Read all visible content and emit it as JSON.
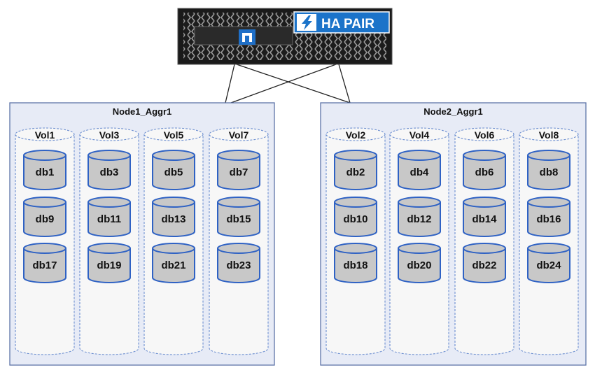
{
  "ha_pair": {
    "label": "HA PAIR",
    "badge_color": "#1b73c9",
    "logo_color": "#1f6fc7",
    "icon": "lightning-bolt-icon"
  },
  "colors": {
    "aggr_fill": "#e7ebf6",
    "aggr_border": "#5d74a8",
    "volume_fill": "#f7f7f7",
    "volume_border": "#6d8fd0",
    "db_fill": "#c8c8c8",
    "db_border": "#2f62c4"
  },
  "aggregates": [
    {
      "name": "Node1_Aggr1",
      "volumes": [
        {
          "name": "Vol1",
          "dbs": [
            "db1",
            "db9",
            "db17"
          ]
        },
        {
          "name": "Vol3",
          "dbs": [
            "db3",
            "db11",
            "db19"
          ]
        },
        {
          "name": "Vol5",
          "dbs": [
            "db5",
            "db13",
            "db21"
          ]
        },
        {
          "name": "Vol7",
          "dbs": [
            "db7",
            "db15",
            "db23"
          ]
        }
      ]
    },
    {
      "name": "Node2_Aggr1",
      "volumes": [
        {
          "name": "Vol2",
          "dbs": [
            "db2",
            "db10",
            "db18"
          ]
        },
        {
          "name": "Vol4",
          "dbs": [
            "db4",
            "db12",
            "db20"
          ]
        },
        {
          "name": "Vol6",
          "dbs": [
            "db6",
            "db14",
            "db22"
          ]
        },
        {
          "name": "Vol8",
          "dbs": [
            "db8",
            "db16",
            "db24"
          ]
        }
      ]
    }
  ]
}
